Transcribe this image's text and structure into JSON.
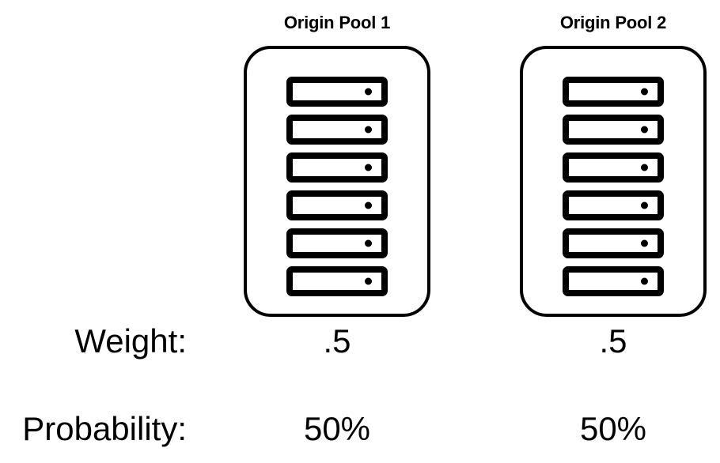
{
  "diagram": {
    "background_color": "#ffffff",
    "stroke_color": "#000000",
    "pools": [
      {
        "title": "Origin Pool 1",
        "server_count": 6,
        "server_icon": "server-rack-unit-icon",
        "weight": ".5",
        "probability": "50%"
      },
      {
        "title": "Origin Pool 2",
        "server_count": 6,
        "server_icon": "server-rack-unit-icon",
        "weight": ".5",
        "probability": "50%"
      }
    ],
    "rows": {
      "weight_label": "Weight:",
      "probability_label": "Probability:"
    }
  }
}
